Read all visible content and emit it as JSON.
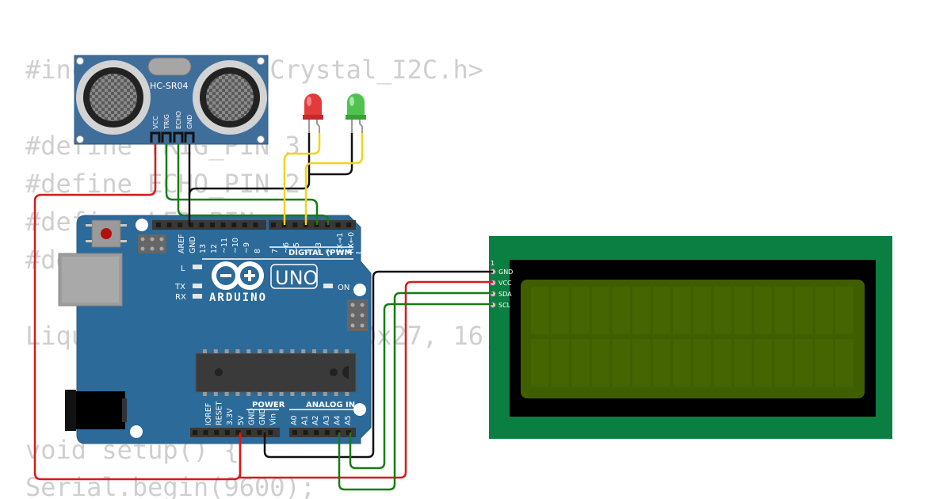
{
  "code_lines": [
    "#include <LiquidCrystal_I2C.h>",
    "#define TRIG_PIN 3",
    "#define ECHO_PIN 2",
    "#define LED_PIN",
    "#de",
    "LiquidCrystal_I2C lcd(0x27, 16, 2);",
    "void setup() {",
    "Serial.begin(9600);"
  ],
  "sensor": {
    "model": "HC-SR04",
    "pins": [
      "VCC",
      "TRIG",
      "ECHO",
      "GND"
    ]
  },
  "arduino": {
    "logo_text": "ARDUINO",
    "model": "UNO",
    "label_L": "L",
    "label_TX": "TX",
    "label_RX": "RX",
    "label_ON": "ON",
    "digital_header": "DIGITAL (PWM ~)",
    "digital_pins": [
      "AREF",
      "GND",
      "13",
      "12",
      "~11",
      "~10",
      "~9",
      "8",
      "7",
      "~6",
      "~5",
      "4",
      "~3",
      "2",
      "TX→1",
      "RX←0"
    ],
    "power_header": "POWER",
    "power_pins": [
      "IOREF",
      "RESET",
      "3.3V",
      "5V",
      "GND",
      "GND",
      "Vin"
    ],
    "analog_header": "ANALOG IN",
    "analog_pins": [
      "A0",
      "A1",
      "A2",
      "A3",
      "A4",
      "A5"
    ]
  },
  "lcd": {
    "pin_index": "1",
    "pins": [
      "GND",
      "VCC",
      "SDA",
      "SCL"
    ]
  },
  "colors": {
    "board": "#2b6a99",
    "lcd_pcb": "#0a7f41",
    "lcd_screen": "#3f5e00",
    "wire_red": "#d61a1a",
    "wire_black": "#111111",
    "wire_yellow": "#f2d31b",
    "wire_green": "#157d12",
    "led_red": "#e23b3b",
    "led_green": "#4fc24f"
  }
}
